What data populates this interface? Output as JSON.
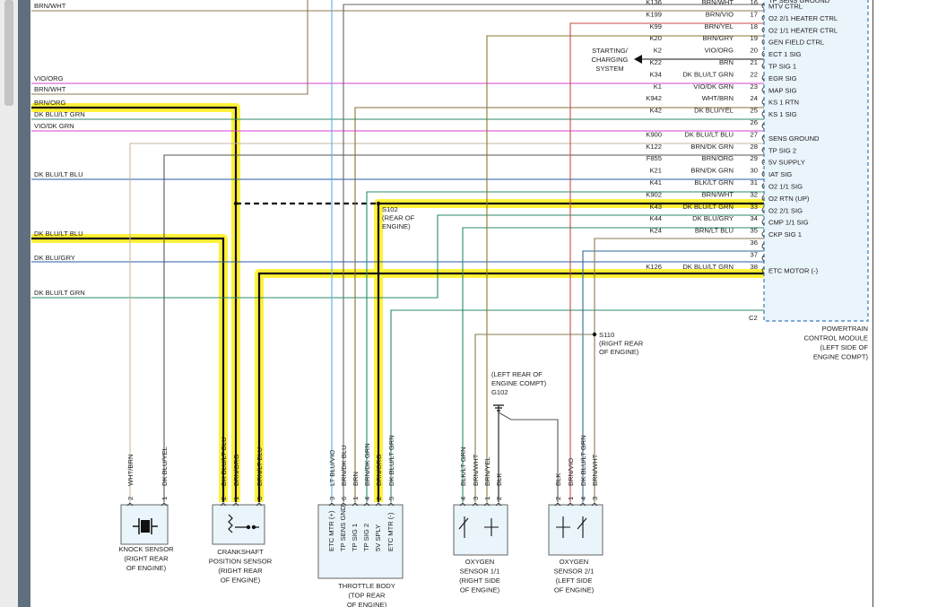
{
  "colors": {
    "highlight": "#fff23a",
    "brn": "#8b6f3a",
    "brn_wht": "#8c7a55",
    "vio": "#d83fd8",
    "grn": "#2b8a6a",
    "blu": "#2a5aa8",
    "lt_blu": "#5ab0e8",
    "wht_brn": "#c8b8a4",
    "red": "#c84a4a",
    "text": "#222222",
    "module_border": "#3b7bb8",
    "module_fill": "#eaf4fb"
  },
  "pcm": {
    "name": [
      "POWERTRAIN",
      "CONTROL MODULE",
      "(LEFT SIDE OF",
      "ENGINE COMPT)"
    ],
    "connector": "C2",
    "pins": [
      {
        "circuit": "K136",
        "color": "BRN/WHT",
        "pin": "16",
        "label": "MTV CTRL"
      },
      {
        "circuit": "K199",
        "color": "BRN/VIO",
        "pin": "17",
        "label": "O2 2/1 HEATER CTRL"
      },
      {
        "circuit": "K99",
        "color": "BRN/YEL",
        "pin": "18",
        "label": "O2 1/1 HEATER CTRL"
      },
      {
        "circuit": "K20",
        "color": "BRN/GRY",
        "pin": "19",
        "label": "GEN FIELD CTRL"
      },
      {
        "circuit": "K2",
        "color": "VIO/ORG",
        "pin": "20",
        "label": "ECT 1 SIG"
      },
      {
        "circuit": "K22",
        "color": "BRN",
        "pin": "21",
        "label": "TP SIG 1"
      },
      {
        "circuit": "K34",
        "color": "DK BLU/LT GRN",
        "pin": "22",
        "label": "EGR SIG"
      },
      {
        "circuit": "K1",
        "color": "VIO/DK GRN",
        "pin": "23",
        "label": "MAP SIG"
      },
      {
        "circuit": "K942",
        "color": "WHT/BRN",
        "pin": "24",
        "label": "KS 1 RTN"
      },
      {
        "circuit": "K42",
        "color": "DK BLU/YEL",
        "pin": "25",
        "label": "KS 1 SIG"
      },
      {
        "circuit": "",
        "color": "",
        "pin": "26",
        "label": ""
      },
      {
        "circuit": "K900",
        "color": "DK BLU/LT BLU",
        "pin": "27",
        "label": "SENS GROUND"
      },
      {
        "circuit": "K122",
        "color": "BRN/DK GRN",
        "pin": "28",
        "label": "TP SIG 2"
      },
      {
        "circuit": "F855",
        "color": "BRN/ORG",
        "pin": "29",
        "label": "5V SUPPLY"
      },
      {
        "circuit": "K21",
        "color": "BRN/DK GRN",
        "pin": "30",
        "label": "IAT SIG"
      },
      {
        "circuit": "K41",
        "color": "BLK/LT GRN",
        "pin": "31",
        "label": "O2 1/1 SIG"
      },
      {
        "circuit": "K902",
        "color": "BRN/WHT",
        "pin": "32",
        "label": "O2 RTN (UP)"
      },
      {
        "circuit": "K43",
        "color": "DK BLU/LT GRN",
        "pin": "33",
        "label": "O2 2/1 SIG"
      },
      {
        "circuit": "K44",
        "color": "DK BLU/GRY",
        "pin": "34",
        "label": "CMP 1/1 SIG"
      },
      {
        "circuit": "K24",
        "color": "BRN/LT BLU",
        "pin": "35",
        "label": "CKP SIG 1"
      },
      {
        "circuit": "",
        "color": "",
        "pin": "36",
        "label": ""
      },
      {
        "circuit": "",
        "color": "",
        "pin": "37",
        "label": ""
      },
      {
        "circuit": "K126",
        "color": "DK BLU/LT GRN",
        "pin": "38",
        "label": "ETC MOTOR (-)"
      }
    ],
    "top_partial_label": "TP SENS GROUND"
  },
  "starting_charging": [
    "STARTING/",
    "CHARGING",
    "SYSTEM"
  ],
  "left_wire_labels": [
    {
      "text": "BRN/WHT",
      "row": "r0"
    },
    {
      "text": "VIO/ORG",
      "row": "r87"
    },
    {
      "text": "BRN/WHT",
      "row": "r100"
    },
    {
      "text": "BRN/ORG",
      "row": "r114"
    },
    {
      "text": "DK BLU/LT GRN",
      "row": "r127"
    },
    {
      "text": "VIO/DK GRN",
      "row": "r140"
    },
    {
      "text": "DK BLU/LT BLU",
      "row": "r194"
    },
    {
      "text": "DK BLU/LT BLU",
      "row": "r260"
    },
    {
      "text": "DK BLU/GRY",
      "row": "r287"
    },
    {
      "text": "DK BLU/LT GRN",
      "row": "r327"
    }
  ],
  "splices": {
    "s102": [
      "S102",
      "(REAR OF",
      "ENGINE)"
    ],
    "s110": [
      "S110",
      "(RIGHT REAR",
      "OF ENGINE)"
    ],
    "g102": [
      "(LEFT REAR OF",
      "ENGINE COMPT)",
      "G102"
    ]
  },
  "components": {
    "knock": {
      "name": [
        "KNOCK SENSOR",
        "(RIGHT REAR",
        "OF ENGINE)"
      ],
      "wires": [
        {
          "pin": "2",
          "color": "WHT/BRN"
        },
        {
          "pin": "1",
          "color": "DK BLU/YEL"
        }
      ]
    },
    "ckp": {
      "name": [
        "CRANKSHAFT",
        "POSITION SENSOR",
        "(RIGHT REAR",
        "OF ENGINE)"
      ],
      "wires": [
        {
          "pin": "2",
          "color": "DK BLU/LT BLU"
        },
        {
          "pin": "1",
          "color": "BRN/ORG"
        },
        {
          "pin": "3",
          "color": "BRN/LT BLU"
        }
      ]
    },
    "throttle": {
      "name": [
        "THROTTLE BODY",
        "(TOP REAR",
        "OF ENGINE)"
      ],
      "wires": [
        {
          "pin": "3",
          "color": "LT BLU/VIO"
        },
        {
          "pin": "6",
          "color": "BRN/DK BLU"
        },
        {
          "pin": "1",
          "color": "BRN"
        },
        {
          "pin": "4",
          "color": "BRN/DK GRN"
        },
        {
          "pin": "2",
          "color": "BRN/ORG"
        },
        {
          "pin": "5",
          "color": "DK BLU/LT GRN"
        }
      ],
      "functions": [
        "ETC MTR (+)",
        "TP SENS GND",
        "TP SIG 1",
        "TP SIG 2",
        "5V SPLY",
        "ETC MTR (-)"
      ]
    },
    "o2_11": {
      "name": [
        "OXYGEN",
        "SENSOR 1/1",
        "(RIGHT SIDE",
        "OF ENGINE)"
      ],
      "wires": [
        {
          "pin": "4",
          "color": "BLK/LT GRN"
        },
        {
          "pin": "3",
          "color": "BRN/WHT"
        },
        {
          "pin": "1",
          "color": "BRN/YEL"
        },
        {
          "pin": "2",
          "color": "BLK"
        }
      ]
    },
    "o2_21": {
      "name": [
        "OXYGEN",
        "SENSOR 2/1",
        "(LEFT SIDE",
        "OF ENGINE)"
      ],
      "wires": [
        {
          "pin": "2",
          "color": "BLK"
        },
        {
          "pin": "1",
          "color": "BRN/VIO"
        },
        {
          "pin": "4",
          "color": "DK BLU/LT GRN"
        },
        {
          "pin": "3",
          "color": "BRN/WHT"
        }
      ]
    }
  }
}
